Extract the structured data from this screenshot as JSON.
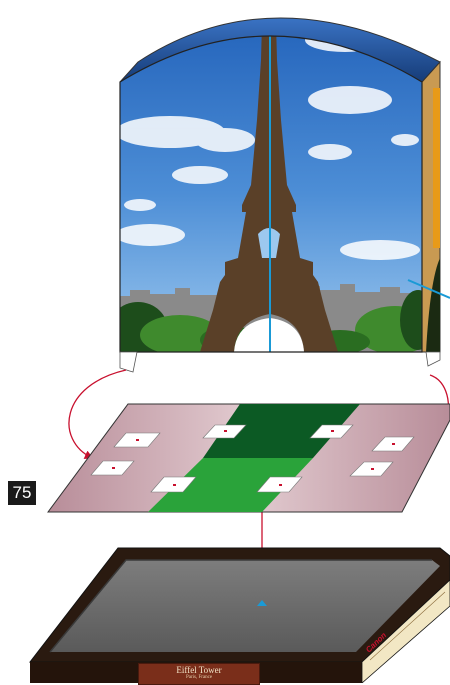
{
  "page_number": "75",
  "plaque": {
    "title": "Eiffel Tower",
    "subtitle": "Paris, France"
  },
  "side_label": "Canon",
  "colors": {
    "sky_top": "#1f5fb8",
    "sky_bottom": "#8fc2ee",
    "tower": "#5a4028",
    "center_line": "#1a9ad6",
    "base_pink": "#c9a9b2",
    "base_green_dark": "#0c5a24",
    "base_green_light": "#2aa33a",
    "tray_frame": "#2a1a10",
    "tray_inner": "#6e6e6e",
    "plaque": "#7a2e1a",
    "arrow_red": "#c8102e"
  }
}
